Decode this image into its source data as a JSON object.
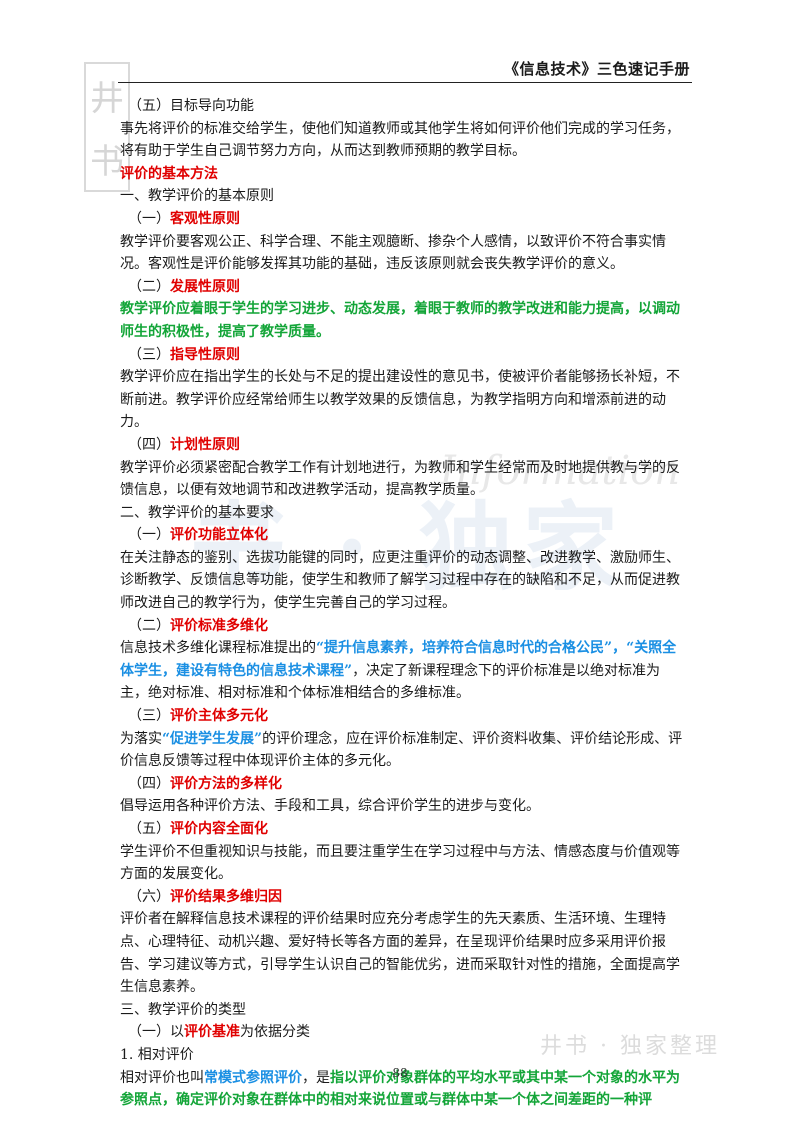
{
  "header": {
    "title": "《信息技术》三色速记手册"
  },
  "watermark": {
    "stamp_chars": [
      "井",
      "书"
    ],
    "center_text": "书 · 独家",
    "script_text": "Information",
    "footer_text": "井书 · 独家整理"
  },
  "lines": {
    "l01": "（五）目标导向功能",
    "l02": "事先将评价的标准交给学生，使他们知道教师或其他学生将如何评价他们完成的学习任务，将有助于学生自己调节努力方向，从而达到教师预期的教学目标。",
    "l03": "评价的基本方法",
    "l04": "一、教学评价的基本原则",
    "l05a": "（一）",
    "l05b": "客观性原则",
    "l06": "教学评价要客观公正、科学合理、不能主观臆断、掺杂个人感情，以致评价不符合事实情况。客观性是评价能够发挥其功能的基础，违反该原则就会丧失教学评价的意义。",
    "l07a": "（二）",
    "l07b": "发展性原则",
    "l08": "教学评价应着眼于学生的学习进步、动态发展，着眼于教师的教学改进和能力提高，以调动师生的积极性，提高了教学质量。",
    "l09a": "（三）",
    "l09b": "指导性原则",
    "l10": "教学评价应在指出学生的长处与不足的提出建设性的意见书，使被评价者能够扬长补短，不断前进。教学评价应经常给师生以教学效果的反馈信息，为教学指明方向和增添前进的动力。",
    "l11a": "（四）",
    "l11b": "计划性原则",
    "l12": "教学评价必须紧密配合教学工作有计划地进行，为教师和学生经常而及时地提供教与学的反馈信息，以便有效地调节和改进教学活动，提高教学质量。",
    "l13": "二、教学评价的基本要求",
    "l14a": "（一）",
    "l14b": "评价功能立体化",
    "l15": "在关注静态的鉴别、选拔功能键的同时，应更注重评价的动态调整、改进教学、激励师生、诊断教学、反馈信息等功能，使学生和教师了解学习过程中存在的缺陷和不足，从而促进教师改进自己的教学行为，使学生完善自己的学习过程。",
    "l16a": "（二）",
    "l16b": "评价标准多维化",
    "l17a": "信息技术多维化课程标准提出的",
    "l17b": "“提升信息素养，培养符合信息时代的合格公民”，“关照全体学生，建设有特色的信息技术课程”",
    "l17c": "，决定了新课程理念下的评价标准是以绝对标准为主，绝对标准、相对标准和个体标准相结合的多维标准。",
    "l18a": "（三）",
    "l18b": "评价主体多元化",
    "l19a": "为落实",
    "l19b": "“促进学生发展”",
    "l19c": "的评价理念，应在评价标准制定、评价资料收集、评价结论形成、评价信息反馈等过程中体现评价主体的多元化。",
    "l20a": "（四）",
    "l20b": "评价方法的多样化",
    "l21": "倡导运用各种评价方法、手段和工具，综合评价学生的进步与变化。",
    "l22a": "（五）",
    "l22b": "评价内容全面化",
    "l23": "学生评价不但重视知识与技能，而且要注重学生在学习过程中与方法、情感态度与价值观等方面的发展变化。",
    "l24a": "（六）",
    "l24b": "评价结果多维归因",
    "l25": "评价者在解释信息技术课程的评价结果时应充分考虑学生的先天素质、生活环境、生理特点、心理特征、动机兴趣、爱好特长等各方面的差异，在呈现评价结果时应多采用评价报告、学习建议等方式，引导学生认识自己的智能优劣，进而采取针对性的措施，全面提高学生信息素养。",
    "l26": "三、教学评价的类型",
    "l27a": "（一）以",
    "l27b": "评价基准",
    "l27c": "为依据分类",
    "l28": "1. 相对评价",
    "l29a": "相对评价也叫",
    "l29b": "常模式参照评价",
    "l29c": "，是",
    "l29d": "指以评价对象群体的平均水平或其中某一个对象的水平为参照点，确定评价对象在群体中的相对来说位置或与群体中某一个体之间差距的一种评"
  },
  "footer": {
    "page_number": "88"
  }
}
